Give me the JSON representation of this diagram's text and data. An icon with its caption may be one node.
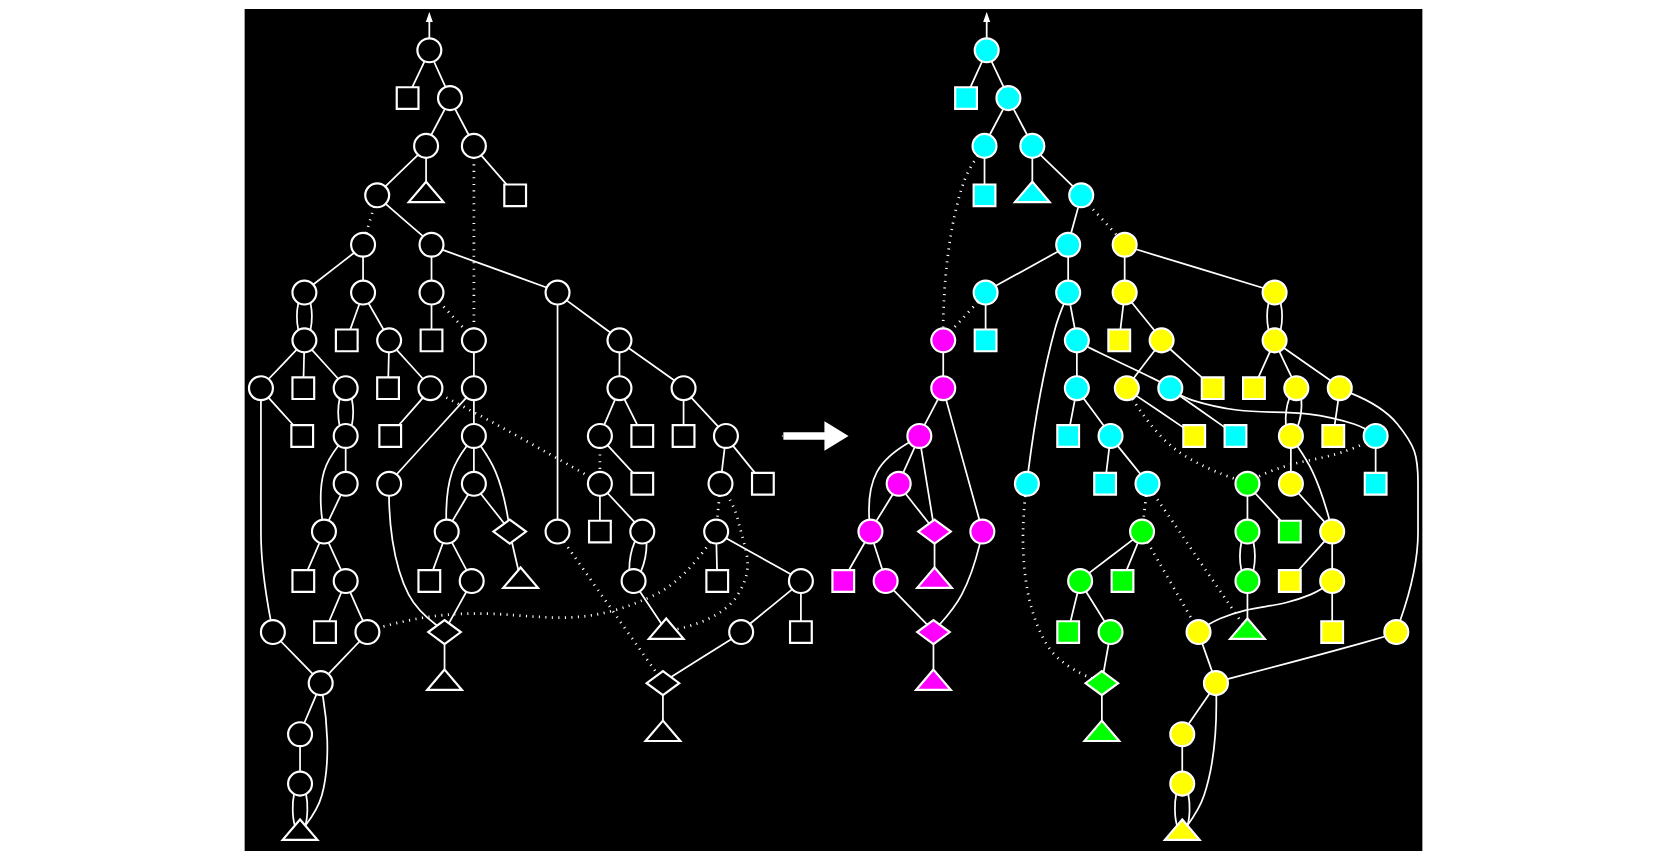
{
  "diagram": {
    "nodes": [
      {
        "text": [],
        "shape": "circle"
      },
      {
        "text": [],
        "shape": "square"
      },
      {
        "text": [],
        "shape": "circle"
      },
      {
        "text": [],
        "shape": "circle"
      },
      {
        "text": [],
        "shape": "circle"
      },
      {
        "text": [],
        "shape": "triangle"
      },
      {
        "text": [],
        "shape": "circle"
      },
      {
        "text": [],
        "shape": "square"
      },
      {
        "text": [],
        "shape": "circle"
      },
      {
        "text": [],
        "shape": "circle"
      },
      {
        "text": [],
        "shape": "circle"
      },
      {
        "text": [],
        "shape": "circle"
      },
      {
        "text": [],
        "shape": "circle"
      },
      {
        "text": [],
        "shape": "circle"
      },
      {
        "text": [],
        "shape": "circle"
      },
      {
        "text": [],
        "shape": "square"
      },
      {
        "text": [],
        "shape": "circle"
      },
      {
        "text": [],
        "shape": "circle"
      },
      {
        "text": [],
        "shape": "square"
      },
      {
        "text": [],
        "shape": "circle"
      },
      {
        "text": [],
        "shape": "circle"
      },
      {
        "text": [],
        "shape": "circle"
      },
      {
        "text": [],
        "shape": "circle"
      },
      {
        "text": [],
        "shape": "square"
      },
      {
        "text": [],
        "shape": "circle"
      },
      {
        "text": [],
        "shape": "circle"
      },
      {
        "text": [],
        "shape": "square"
      },
      {
        "text": [],
        "shape": "circle"
      },
      {
        "text": [],
        "shape": "circle"
      },
      {
        "text": [],
        "shape": "square"
      },
      {
        "text": [],
        "shape": "square"
      },
      {
        "text": [],
        "shape": "square"
      },
      {
        "text": [],
        "shape": "circle"
      },
      {
        "text": [],
        "shape": "circle"
      },
      {
        "text": [],
        "shape": "circle"
      },
      {
        "text": [],
        "shape": "circle"
      },
      {
        "text": [],
        "shape": "circle"
      },
      {
        "text": [],
        "shape": "square"
      },
      {
        "text": [],
        "shape": "circle"
      },
      {
        "text": [],
        "shape": "circle"
      },
      {
        "text": [],
        "shape": "diamond"
      },
      {
        "text": [],
        "shape": "circle"
      },
      {
        "text": [],
        "shape": "square"
      },
      {
        "text": [],
        "shape": "square"
      },
      {
        "text": [],
        "shape": "circle"
      },
      {
        "text": [],
        "shape": "circle"
      },
      {
        "text": [],
        "shape": "circle"
      },
      {
        "text": [],
        "shape": "square"
      },
      {
        "text": [],
        "shape": "triangle"
      },
      {
        "text": [],
        "shape": "circle"
      },
      {
        "text": [],
        "shape": "square"
      },
      {
        "text": [],
        "shape": "circle"
      },
      {
        "text": [],
        "shape": "circle"
      },
      {
        "text": [],
        "shape": "square"
      },
      {
        "text": [],
        "shape": "diamond"
      },
      {
        "text": [],
        "shape": "triangle"
      },
      {
        "text": [],
        "shape": "circle"
      },
      {
        "text": [],
        "shape": "circle"
      },
      {
        "text": [],
        "shape": "square"
      },
      {
        "text": [],
        "shape": "triangle"
      },
      {
        "text": [],
        "shape": "circle"
      },
      {
        "text": [],
        "shape": "circle"
      },
      {
        "text": [],
        "shape": "circle"
      },
      {
        "text": [],
        "shape": "square"
      },
      {
        "text": [],
        "shape": "circle"
      },
      {
        "text": [],
        "shape": "circle"
      },
      {
        "text": [],
        "shape": "circle"
      },
      {
        "text": [],
        "shape": "square"
      },
      {
        "text": [],
        "shape": "circle"
      },
      {
        "text": [],
        "shape": "diamond"
      },
      {
        "text": [],
        "shape": "triangle"
      },
      {
        "text": [],
        "shape": "triangle"
      },
      {
        "text": [],
        "shape": "circle"
      },
      {
        "text": [],
        "shape": "square"
      },
      {
        "text": [],
        "shape": "circle"
      },
      {
        "text": [],
        "shape": "circle"
      },
      {
        "text": [],
        "shape": "circle"
      },
      {
        "text": [],
        "shape": "triangle"
      },
      {
        "text": [],
        "shape": "circle"
      },
      {
        "text": [],
        "shape": "square"
      },
      {
        "text": [],
        "shape": "circle"
      },
      {
        "text": [],
        "shape": "circle"
      },
      {
        "text": [],
        "shape": "circle"
      },
      {
        "text": [],
        "shape": "circle"
      },
      {
        "text": [],
        "shape": "circle"
      },
      {
        "text": [],
        "shape": "circle"
      },
      {
        "text": [],
        "shape": "circle"
      },
      {
        "text": [],
        "shape": "square"
      },
      {
        "text": [],
        "shape": "circle"
      },
      {
        "text": [],
        "shape": "circle"
      },
      {
        "text": [],
        "shape": "square"
      },
      {
        "text": [],
        "shape": "circle"
      },
      {
        "text": [],
        "shape": "circle"
      },
      {
        "text": [],
        "shape": "circle"
      },
      {
        "text": [],
        "shape": "circle"
      },
      {
        "text": [],
        "shape": "square"
      },
      {
        "text": [],
        "shape": "circle"
      },
      {
        "text": [],
        "shape": "circle"
      },
      {
        "text": [],
        "shape": "square"
      },
      {
        "text": [],
        "shape": "circle"
      },
      {
        "text": [],
        "shape": "circle"
      },
      {
        "text": [],
        "shape": "square"
      },
      {
        "text": [],
        "shape": "square"
      },
      {
        "text": [],
        "shape": "square"
      },
      {
        "text": [],
        "shape": "circle"
      },
      {
        "text": [],
        "shape": "circle"
      },
      {
        "text": [],
        "shape": "circle"
      },
      {
        "text": [],
        "shape": "circle"
      },
      {
        "text": [],
        "shape": "circle"
      },
      {
        "text": [],
        "shape": "square"
      },
      {
        "text": [],
        "shape": "circle"
      },
      {
        "text": [],
        "shape": "circle"
      },
      {
        "text": [],
        "shape": "diamond"
      },
      {
        "text": [],
        "shape": "circle"
      },
      {
        "text": [],
        "shape": "square"
      },
      {
        "text": [],
        "shape": "square"
      },
      {
        "text": [],
        "shape": "circle"
      },
      {
        "text": [],
        "shape": "circle"
      },
      {
        "text": [],
        "shape": "circle"
      },
      {
        "text": [],
        "shape": "square"
      },
      {
        "text": [],
        "shape": "triangle"
      },
      {
        "text": [],
        "shape": "circle"
      },
      {
        "text": [],
        "shape": "square"
      },
      {
        "text": [],
        "shape": "circle"
      },
      {
        "text": [],
        "shape": "circle"
      },
      {
        "text": [],
        "shape": "square"
      },
      {
        "text": [],
        "shape": "diamond"
      },
      {
        "text": [],
        "shape": "triangle"
      },
      {
        "text": [],
        "shape": "circle"
      },
      {
        "text": [],
        "shape": "circle"
      },
      {
        "text": [],
        "shape": "square"
      },
      {
        "text": [],
        "shape": "triangle"
      },
      {
        "text": [],
        "shape": "circle"
      },
      {
        "text": [],
        "shape": "circle"
      },
      {
        "text": [],
        "shape": "circle"
      },
      {
        "text": [],
        "shape": "square"
      },
      {
        "text": [],
        "shape": "circle"
      },
      {
        "text": [],
        "shape": "circle"
      },
      {
        "text": [],
        "shape": "circle"
      },
      {
        "text": [],
        "shape": "square"
      },
      {
        "text": [],
        "shape": "circle"
      },
      {
        "text": [],
        "shape": "diamond"
      },
      {
        "text": [],
        "shape": "triangle"
      },
      {
        "text": [],
        "shape": "triangle"
      }
    ],
    "edges": [
      {
        "from": 0,
        "to": null,
        "arrow": "to"
      },
      {
        "from": 0,
        "to": 2,
        "arrow": "none"
      },
      {
        "from": 0,
        "to": 1,
        "arrow": "none"
      },
      {
        "from": 2,
        "to": 3,
        "arrow": "none"
      },
      {
        "from": 2,
        "to": 4,
        "arrow": "none"
      },
      {
        "from": 3,
        "to": 5,
        "arrow": "none"
      },
      {
        "from": 3,
        "to": 6,
        "arrow": "none"
      },
      {
        "from": 4,
        "to": 7,
        "arrow": "none"
      },
      {
        "from": 4,
        "to": 14,
        "arrow": "none",
        "style": "dashed"
      },
      {
        "from": 6,
        "to": 8,
        "arrow": "none"
      },
      {
        "from": 6,
        "to": 9,
        "arrow": "none",
        "style": "dashed"
      },
      {
        "from": 8,
        "to": 10,
        "arrow": "none"
      },
      {
        "from": 8,
        "to": 11,
        "arrow": "none"
      },
      {
        "from": 10,
        "to": 15,
        "arrow": "none"
      },
      {
        "from": 10,
        "to": 14,
        "arrow": "none",
        "style": "dashed"
      },
      {
        "from": 11,
        "to": 16,
        "arrow": "none"
      },
      {
        "from": 11,
        "to": 61,
        "arrow": "none"
      },
      {
        "from": 9,
        "to": 12,
        "arrow": "none"
      },
      {
        "from": 9,
        "to": 13,
        "arrow": "none"
      },
      {
        "from": 12,
        "to": 17,
        "arrow": "none"
      },
      {
        "from": 12,
        "to": 18,
        "arrow": "none"
      },
      {
        "from": 13,
        "to": 19,
        "arrow": "none"
      },
      {
        "from": 13,
        "to": 19,
        "arrow": "none"
      },
      {
        "from": 14,
        "to": 20,
        "arrow": "none"
      },
      {
        "from": 16,
        "to": 21,
        "arrow": "none"
      },
      {
        "from": 16,
        "to": 35,
        "arrow": "none"
      },
      {
        "from": 17,
        "to": 22,
        "arrow": "none"
      },
      {
        "from": 17,
        "to": 23,
        "arrow": "none"
      },
      {
        "from": 19,
        "to": 24,
        "arrow": "none"
      },
      {
        "from": 19,
        "to": 25,
        "arrow": "none"
      },
      {
        "from": 19,
        "to": 26,
        "arrow": "none"
      },
      {
        "from": 20,
        "to": 27,
        "arrow": "none"
      },
      {
        "from": 20,
        "to": 34,
        "arrow": "none"
      },
      {
        "from": 21,
        "to": 28,
        "arrow": "none"
      },
      {
        "from": 21,
        "to": 29,
        "arrow": "none"
      },
      {
        "from": 22,
        "to": 30,
        "arrow": "none"
      },
      {
        "from": 22,
        "to": 36,
        "arrow": "none",
        "style": "dashed"
      },
      {
        "from": 24,
        "to": 31,
        "arrow": "none"
      },
      {
        "from": 24,
        "to": 56,
        "arrow": "none"
      },
      {
        "from": 25,
        "to": 32,
        "arrow": "none"
      },
      {
        "from": 25,
        "to": 32,
        "arrow": "none"
      },
      {
        "from": 27,
        "to": 39,
        "arrow": "none"
      },
      {
        "from": 27,
        "to": 33,
        "arrow": "none"
      },
      {
        "from": 27,
        "to": 40,
        "arrow": "none"
      },
      {
        "from": 33,
        "to": 39,
        "arrow": "none"
      },
      {
        "from": 33,
        "to": 40,
        "arrow": "none"
      },
      {
        "from": 34,
        "to": 54,
        "arrow": "none"
      },
      {
        "from": 35,
        "to": 41,
        "arrow": "none"
      },
      {
        "from": 35,
        "to": 42,
        "arrow": "none"
      },
      {
        "from": 28,
        "to": 37,
        "arrow": "none"
      },
      {
        "from": 28,
        "to": 36,
        "arrow": "none",
        "style": "dashed"
      },
      {
        "from": 36,
        "to": 43,
        "arrow": "none"
      },
      {
        "from": 36,
        "to": 44,
        "arrow": "none"
      },
      {
        "from": 32,
        "to": 38,
        "arrow": "none"
      },
      {
        "from": 32,
        "to": 45,
        "arrow": "none"
      },
      {
        "from": 38,
        "to": 45,
        "arrow": "none"
      },
      {
        "from": 39,
        "to": 46,
        "arrow": "none"
      },
      {
        "from": 39,
        "to": 47,
        "arrow": "none"
      },
      {
        "from": 40,
        "to": 48,
        "arrow": "none"
      },
      {
        "from": 41,
        "to": 49,
        "arrow": "none"
      },
      {
        "from": 41,
        "to": 50,
        "arrow": "none"
      },
      {
        "from": 44,
        "to": 51,
        "arrow": "none"
      },
      {
        "from": 44,
        "to": 51,
        "arrow": "none"
      },
      {
        "from": 45,
        "to": 52,
        "arrow": "none"
      },
      {
        "from": 45,
        "to": 53,
        "arrow": "none"
      },
      {
        "from": 46,
        "to": 54,
        "arrow": "none"
      },
      {
        "from": 49,
        "to": 55,
        "arrow": "none",
        "style": "dashed"
      },
      {
        "from": 49,
        "to": 60,
        "arrow": "none",
        "style": "dashed"
      },
      {
        "from": 51,
        "to": 55,
        "arrow": "none"
      },
      {
        "from": 52,
        "to": 57,
        "arrow": "none"
      },
      {
        "from": 52,
        "to": 58,
        "arrow": "none"
      },
      {
        "from": 54,
        "to": 59,
        "arrow": "none"
      },
      {
        "from": 56,
        "to": 62,
        "arrow": "none"
      },
      {
        "from": 57,
        "to": 62,
        "arrow": "none"
      },
      {
        "from": 60,
        "to": 57,
        "arrow": "none",
        "style": "dashed"
      },
      {
        "from": 60,
        "to": 63,
        "arrow": "none"
      },
      {
        "from": 60,
        "to": 64,
        "arrow": "none"
      },
      {
        "from": 61,
        "to": 69,
        "arrow": "none",
        "style": "dashed"
      },
      {
        "from": 64,
        "to": 66,
        "arrow": "none"
      },
      {
        "from": 64,
        "to": 67,
        "arrow": "none"
      },
      {
        "from": 66,
        "to": 69,
        "arrow": "none"
      },
      {
        "from": 62,
        "to": 65,
        "arrow": "none"
      },
      {
        "from": 62,
        "to": 70,
        "arrow": "none"
      },
      {
        "from": 65,
        "to": 68,
        "arrow": "none"
      },
      {
        "from": 68,
        "to": 70,
        "arrow": "none"
      },
      {
        "from": 68,
        "to": 70,
        "arrow": "none"
      },
      {
        "from": 69,
        "to": 71,
        "arrow": "none"
      },
      {
        "from": 72,
        "to": null,
        "arrow": "to"
      },
      {
        "from": 72,
        "to": 74,
        "arrow": "none"
      },
      {
        "from": 72,
        "to": 73,
        "arrow": "none"
      },
      {
        "from": 74,
        "to": 75,
        "arrow": "none"
      },
      {
        "from": 74,
        "to": 76,
        "arrow": "none"
      },
      {
        "from": 75,
        "to": 77,
        "arrow": "none"
      },
      {
        "from": 75,
        "to": 78,
        "arrow": "none"
      },
      {
        "from": 76,
        "to": 79,
        "arrow": "none"
      },
      {
        "from": 76,
        "to": 86,
        "arrow": "none",
        "style": "dashed"
      },
      {
        "from": 78,
        "to": 80,
        "arrow": "none"
      },
      {
        "from": 78,
        "to": 81,
        "arrow": "none",
        "style": "dashed"
      },
      {
        "from": 80,
        "to": 82,
        "arrow": "none"
      },
      {
        "from": 80,
        "to": 83,
        "arrow": "none"
      },
      {
        "from": 82,
        "to": 87,
        "arrow": "none"
      },
      {
        "from": 82,
        "to": 86,
        "arrow": "none",
        "style": "dashed"
      },
      {
        "from": 83,
        "to": 88,
        "arrow": "none"
      },
      {
        "from": 83,
        "to": 133,
        "arrow": "none"
      },
      {
        "from": 81,
        "to": 84,
        "arrow": "none"
      },
      {
        "from": 81,
        "to": 85,
        "arrow": "none"
      },
      {
        "from": 84,
        "to": 89,
        "arrow": "none"
      },
      {
        "from": 84,
        "to": 90,
        "arrow": "none"
      },
      {
        "from": 85,
        "to": 91,
        "arrow": "none"
      },
      {
        "from": 85,
        "to": 91,
        "arrow": "none"
      },
      {
        "from": 86,
        "to": 92,
        "arrow": "none"
      },
      {
        "from": 88,
        "to": 93,
        "arrow": "none"
      },
      {
        "from": 88,
        "to": 107,
        "arrow": "none"
      },
      {
        "from": 89,
        "to": 94,
        "arrow": "none"
      },
      {
        "from": 89,
        "to": 95,
        "arrow": "none"
      },
      {
        "from": 91,
        "to": 96,
        "arrow": "none"
      },
      {
        "from": 91,
        "to": 97,
        "arrow": "none"
      },
      {
        "from": 91,
        "to": 98,
        "arrow": "none"
      },
      {
        "from": 92,
        "to": 99,
        "arrow": "none"
      },
      {
        "from": 92,
        "to": 106,
        "arrow": "none"
      },
      {
        "from": 93,
        "to": 100,
        "arrow": "none"
      },
      {
        "from": 93,
        "to": 101,
        "arrow": "none"
      },
      {
        "from": 94,
        "to": 102,
        "arrow": "none"
      },
      {
        "from": 94,
        "to": 108,
        "arrow": "none",
        "style": "dashed"
      },
      {
        "from": 96,
        "to": 103,
        "arrow": "none"
      },
      {
        "from": 96,
        "to": 128,
        "arrow": "none"
      },
      {
        "from": 97,
        "to": 104,
        "arrow": "none"
      },
      {
        "from": 97,
        "to": 104,
        "arrow": "none"
      },
      {
        "from": 99,
        "to": 111,
        "arrow": "none"
      },
      {
        "from": 99,
        "to": 105,
        "arrow": "none"
      },
      {
        "from": 99,
        "to": 112,
        "arrow": "none"
      },
      {
        "from": 105,
        "to": 111,
        "arrow": "none"
      },
      {
        "from": 105,
        "to": 112,
        "arrow": "none"
      },
      {
        "from": 106,
        "to": 126,
        "arrow": "none"
      },
      {
        "from": 107,
        "to": 113,
        "arrow": "none"
      },
      {
        "from": 107,
        "to": 114,
        "arrow": "none"
      },
      {
        "from": 100,
        "to": 109,
        "arrow": "none"
      },
      {
        "from": 100,
        "to": 108,
        "arrow": "none",
        "style": "dashed"
      },
      {
        "from": 108,
        "to": 115,
        "arrow": "none"
      },
      {
        "from": 108,
        "to": 116,
        "arrow": "none"
      },
      {
        "from": 104,
        "to": 110,
        "arrow": "none"
      },
      {
        "from": 104,
        "to": 117,
        "arrow": "none"
      },
      {
        "from": 110,
        "to": 117,
        "arrow": "none"
      },
      {
        "from": 111,
        "to": 118,
        "arrow": "none"
      },
      {
        "from": 111,
        "to": 119,
        "arrow": "none"
      },
      {
        "from": 112,
        "to": 120,
        "arrow": "none"
      },
      {
        "from": 113,
        "to": 121,
        "arrow": "none"
      },
      {
        "from": 113,
        "to": 122,
        "arrow": "none"
      },
      {
        "from": 116,
        "to": 123,
        "arrow": "none"
      },
      {
        "from": 116,
        "to": 123,
        "arrow": "none"
      },
      {
        "from": 117,
        "to": 124,
        "arrow": "none"
      },
      {
        "from": 117,
        "to": 125,
        "arrow": "none"
      },
      {
        "from": 118,
        "to": 126,
        "arrow": "none"
      },
      {
        "from": 121,
        "to": 127,
        "arrow": "none",
        "style": "dashed"
      },
      {
        "from": 121,
        "to": 132,
        "arrow": "none",
        "style": "dashed"
      },
      {
        "from": 123,
        "to": 127,
        "arrow": "none"
      },
      {
        "from": 124,
        "to": 129,
        "arrow": "none"
      },
      {
        "from": 124,
        "to": 130,
        "arrow": "none"
      },
      {
        "from": 126,
        "to": 131,
        "arrow": "none"
      },
      {
        "from": 128,
        "to": 134,
        "arrow": "none"
      },
      {
        "from": 129,
        "to": 134,
        "arrow": "none"
      },
      {
        "from": 132,
        "to": 129,
        "arrow": "none",
        "style": "dashed"
      },
      {
        "from": 132,
        "to": 135,
        "arrow": "none"
      },
      {
        "from": 132,
        "to": 136,
        "arrow": "none"
      },
      {
        "from": 133,
        "to": 141,
        "arrow": "none",
        "style": "dashed"
      },
      {
        "from": 136,
        "to": 138,
        "arrow": "none"
      },
      {
        "from": 136,
        "to": 139,
        "arrow": "none"
      },
      {
        "from": 138,
        "to": 141,
        "arrow": "none"
      },
      {
        "from": 134,
        "to": 137,
        "arrow": "none"
      },
      {
        "from": 134,
        "to": 142,
        "arrow": "none"
      },
      {
        "from": 137,
        "to": 140,
        "arrow": "none"
      },
      {
        "from": 140,
        "to": 142,
        "arrow": "none"
      },
      {
        "from": 140,
        "to": 142,
        "arrow": "none"
      },
      {
        "from": 141,
        "to": 143,
        "arrow": "none"
      }
    ]
  }
}
